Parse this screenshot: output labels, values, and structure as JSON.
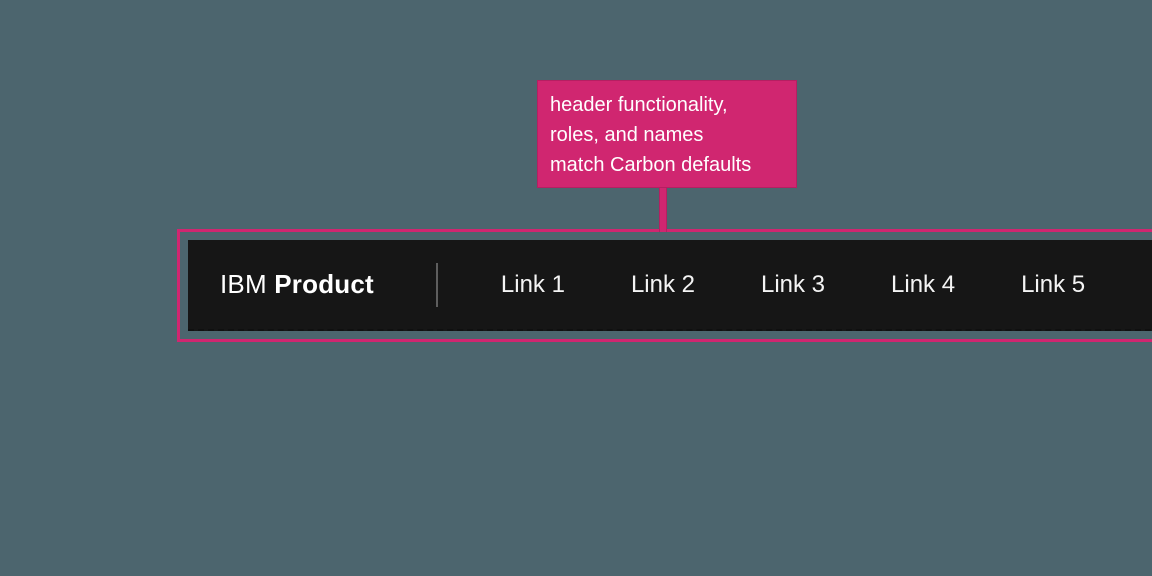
{
  "annotation": {
    "callout_lines": [
      "header functionality,",
      "roles, and names",
      "match Carbon defaults"
    ]
  },
  "header": {
    "brand_prefix": "IBM",
    "brand_name": "Product",
    "links": [
      "Link 1",
      "Link 2",
      "Link 3",
      "Link 4",
      "Link 5"
    ]
  },
  "colors": {
    "page_background": "#4c656e",
    "annotation_accent": "#d02670",
    "annotation_border": "#b51f62",
    "header_background": "#161616",
    "header_text": "#ffffff",
    "nav_link_text": "#f4f4f4",
    "divider": "#5e5e5e"
  }
}
